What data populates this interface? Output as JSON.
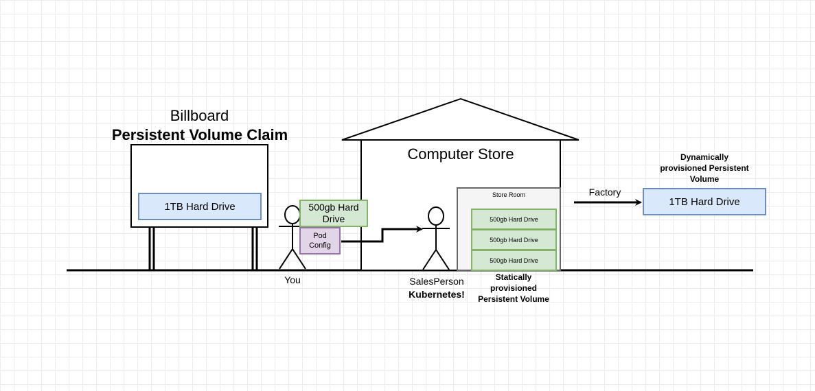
{
  "billboard": {
    "title": "Billboard",
    "subtitle": "Persistent Volume Claim",
    "drive_label": "1TB Hard Drive"
  },
  "you": {
    "label": "You",
    "held_drive": "500gb Hard Drive",
    "pod_config": "Pod Config"
  },
  "store": {
    "title": "Computer Store",
    "store_room_label": "Store Room",
    "shelf_drives": [
      "500gb Hard Drive",
      "500gb Hard Drive",
      "500gb Hard Drive"
    ],
    "static_pv_label": "Statically provisioned Persistent Volume"
  },
  "salesperson": {
    "label": "SalesPerson",
    "role": "Kubernetes!"
  },
  "factory": {
    "label": "Factory",
    "dynamic_pv_label": "Dynamically provisioned Persistent Volume",
    "drive_label": "1TB Hard Drive"
  },
  "colors": {
    "blue_fill": "#dae8fc",
    "blue_stroke": "#6c8ebf",
    "green_fill": "#d5e8d4",
    "green_stroke": "#82b366",
    "purple_fill": "#e1d5e7",
    "purple_stroke": "#9673a6"
  }
}
